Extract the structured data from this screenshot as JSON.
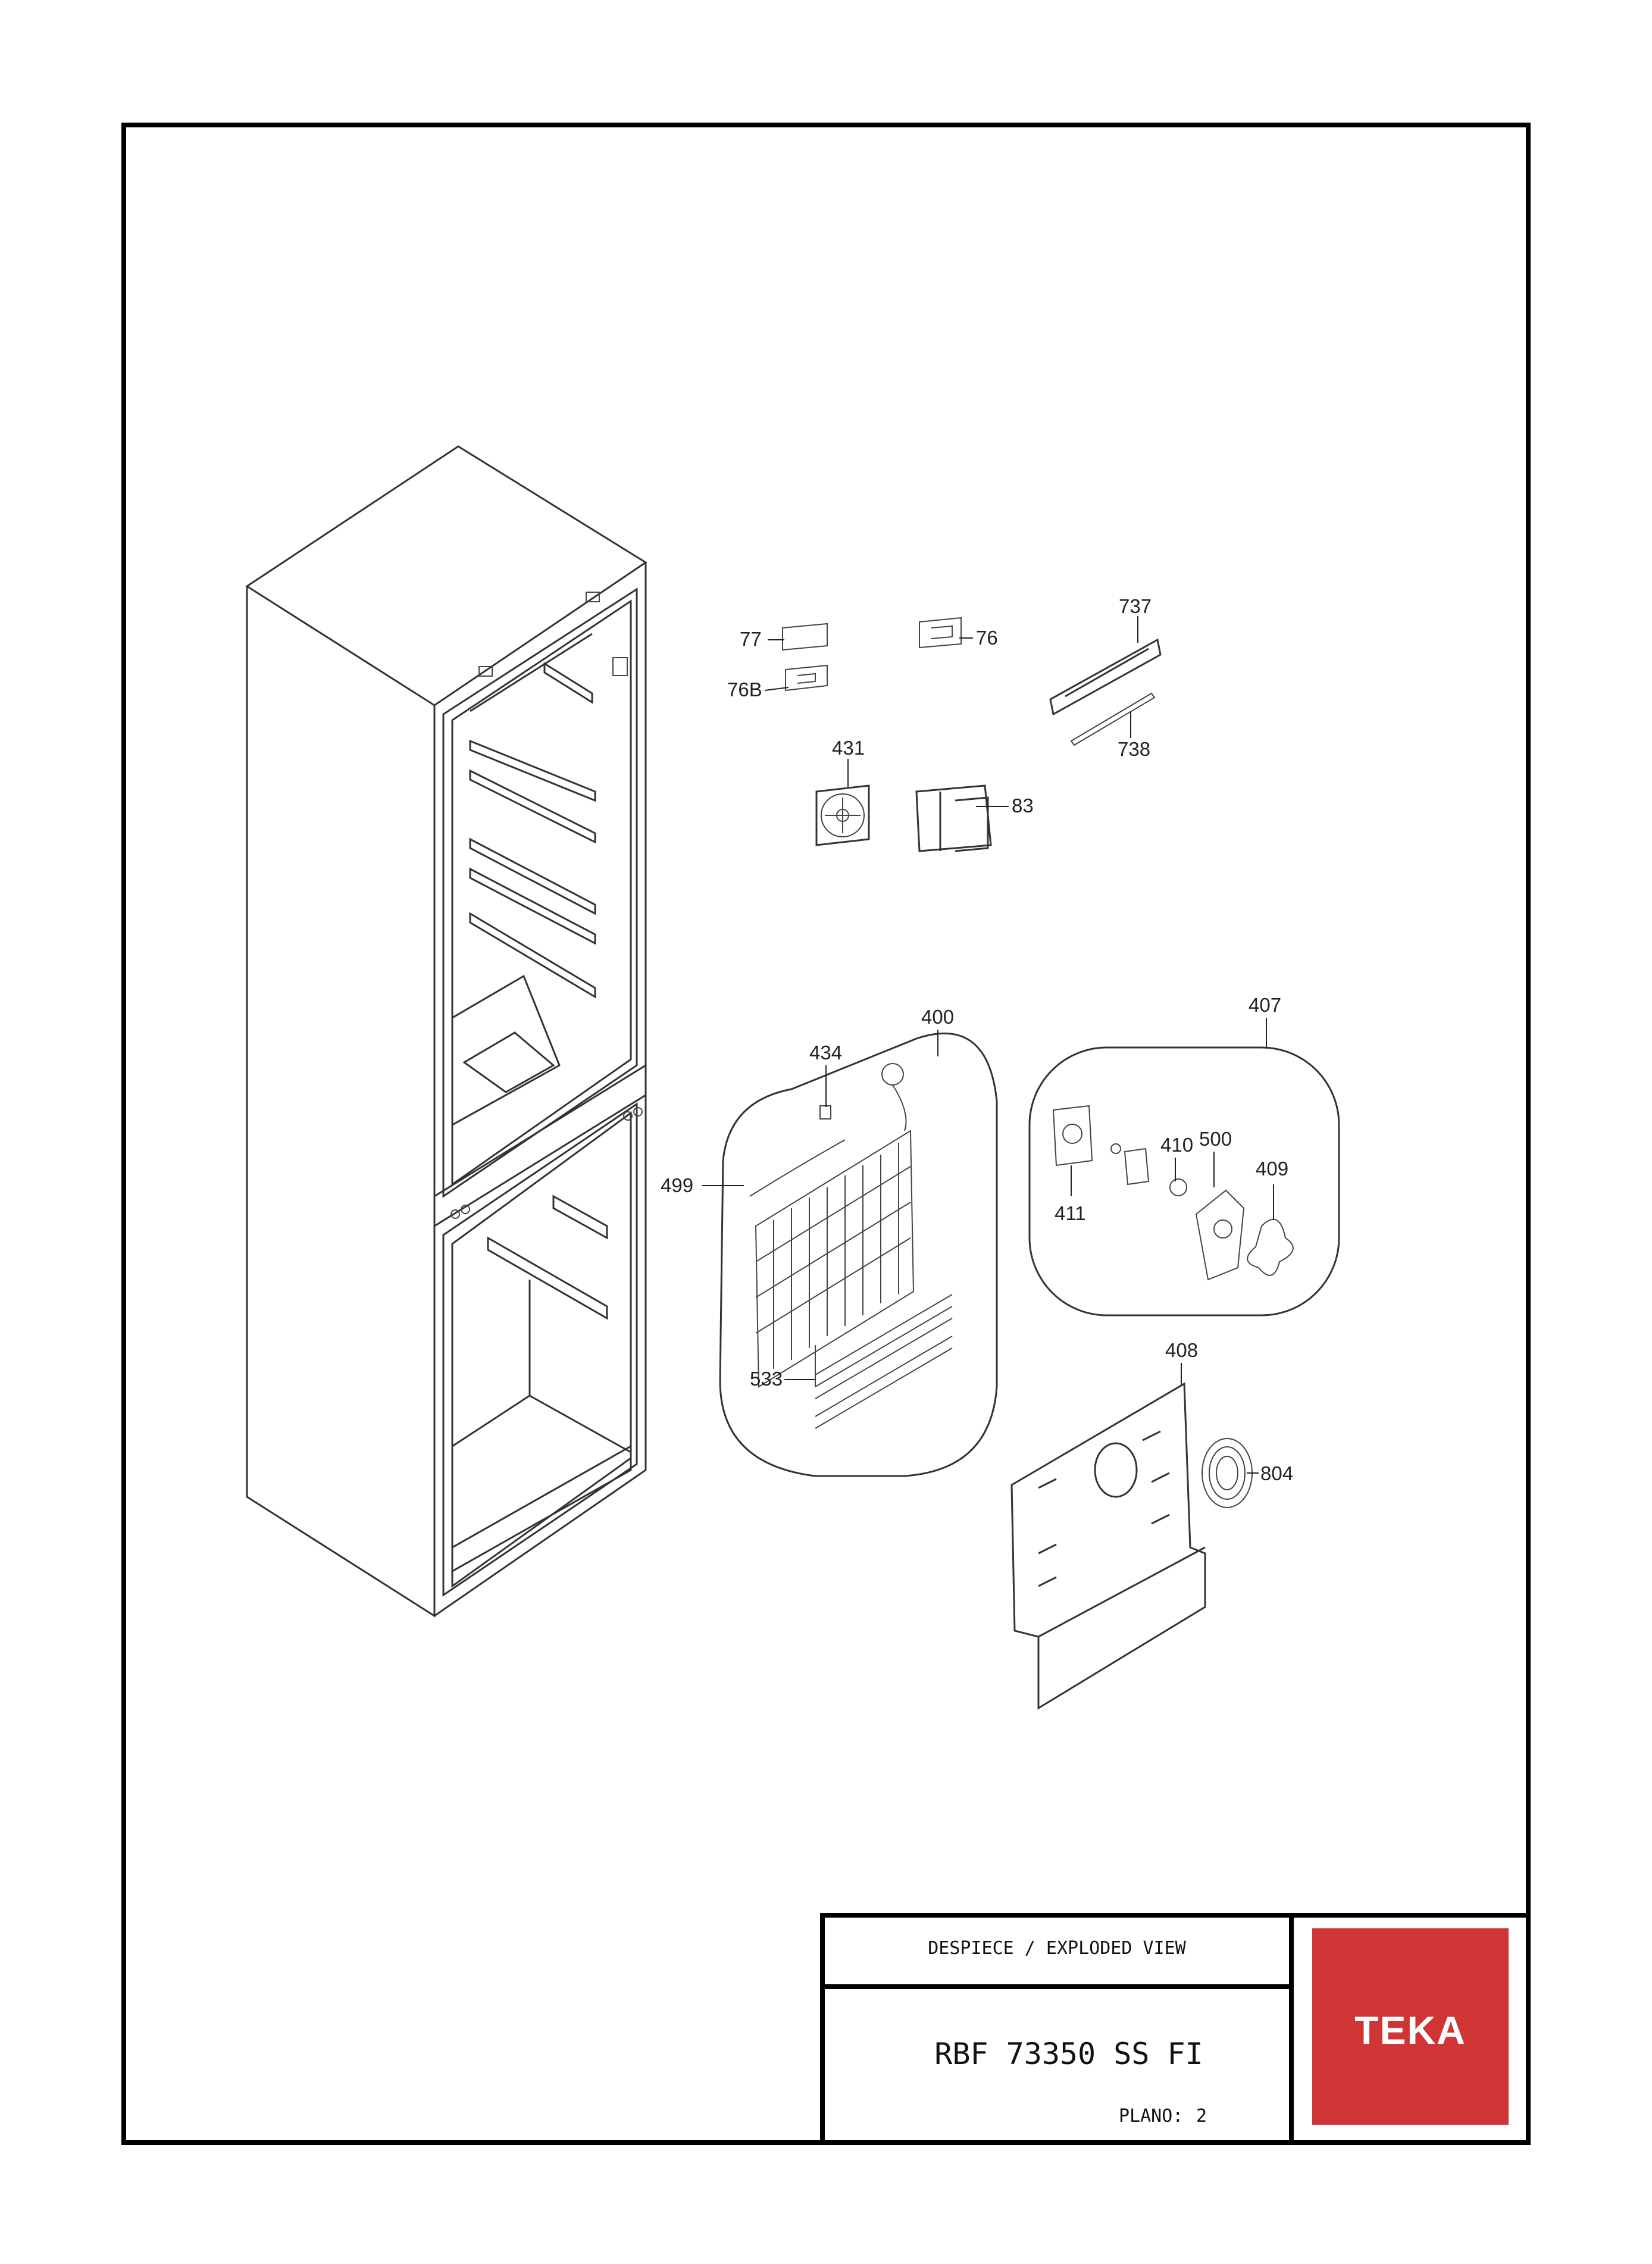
{
  "title_block": {
    "header": "DESPIECE / EXPLODED VIEW",
    "model": "RBF 73350 SS FI",
    "plan_label": "PLANO:",
    "plan_number": "2"
  },
  "brand": {
    "logo_text": "TEKA",
    "logo_color": "#d03535"
  },
  "callouts": {
    "c77": "77",
    "c76": "76",
    "c76b": "76B",
    "c737": "737",
    "c738": "738",
    "c431": "431",
    "c83": "83",
    "c434": "434",
    "c400": "400",
    "c499": "499",
    "c533": "533",
    "c407": "407",
    "c410": "410",
    "c500": "500",
    "c409": "409",
    "c411": "411",
    "c408": "408",
    "c804": "804"
  }
}
